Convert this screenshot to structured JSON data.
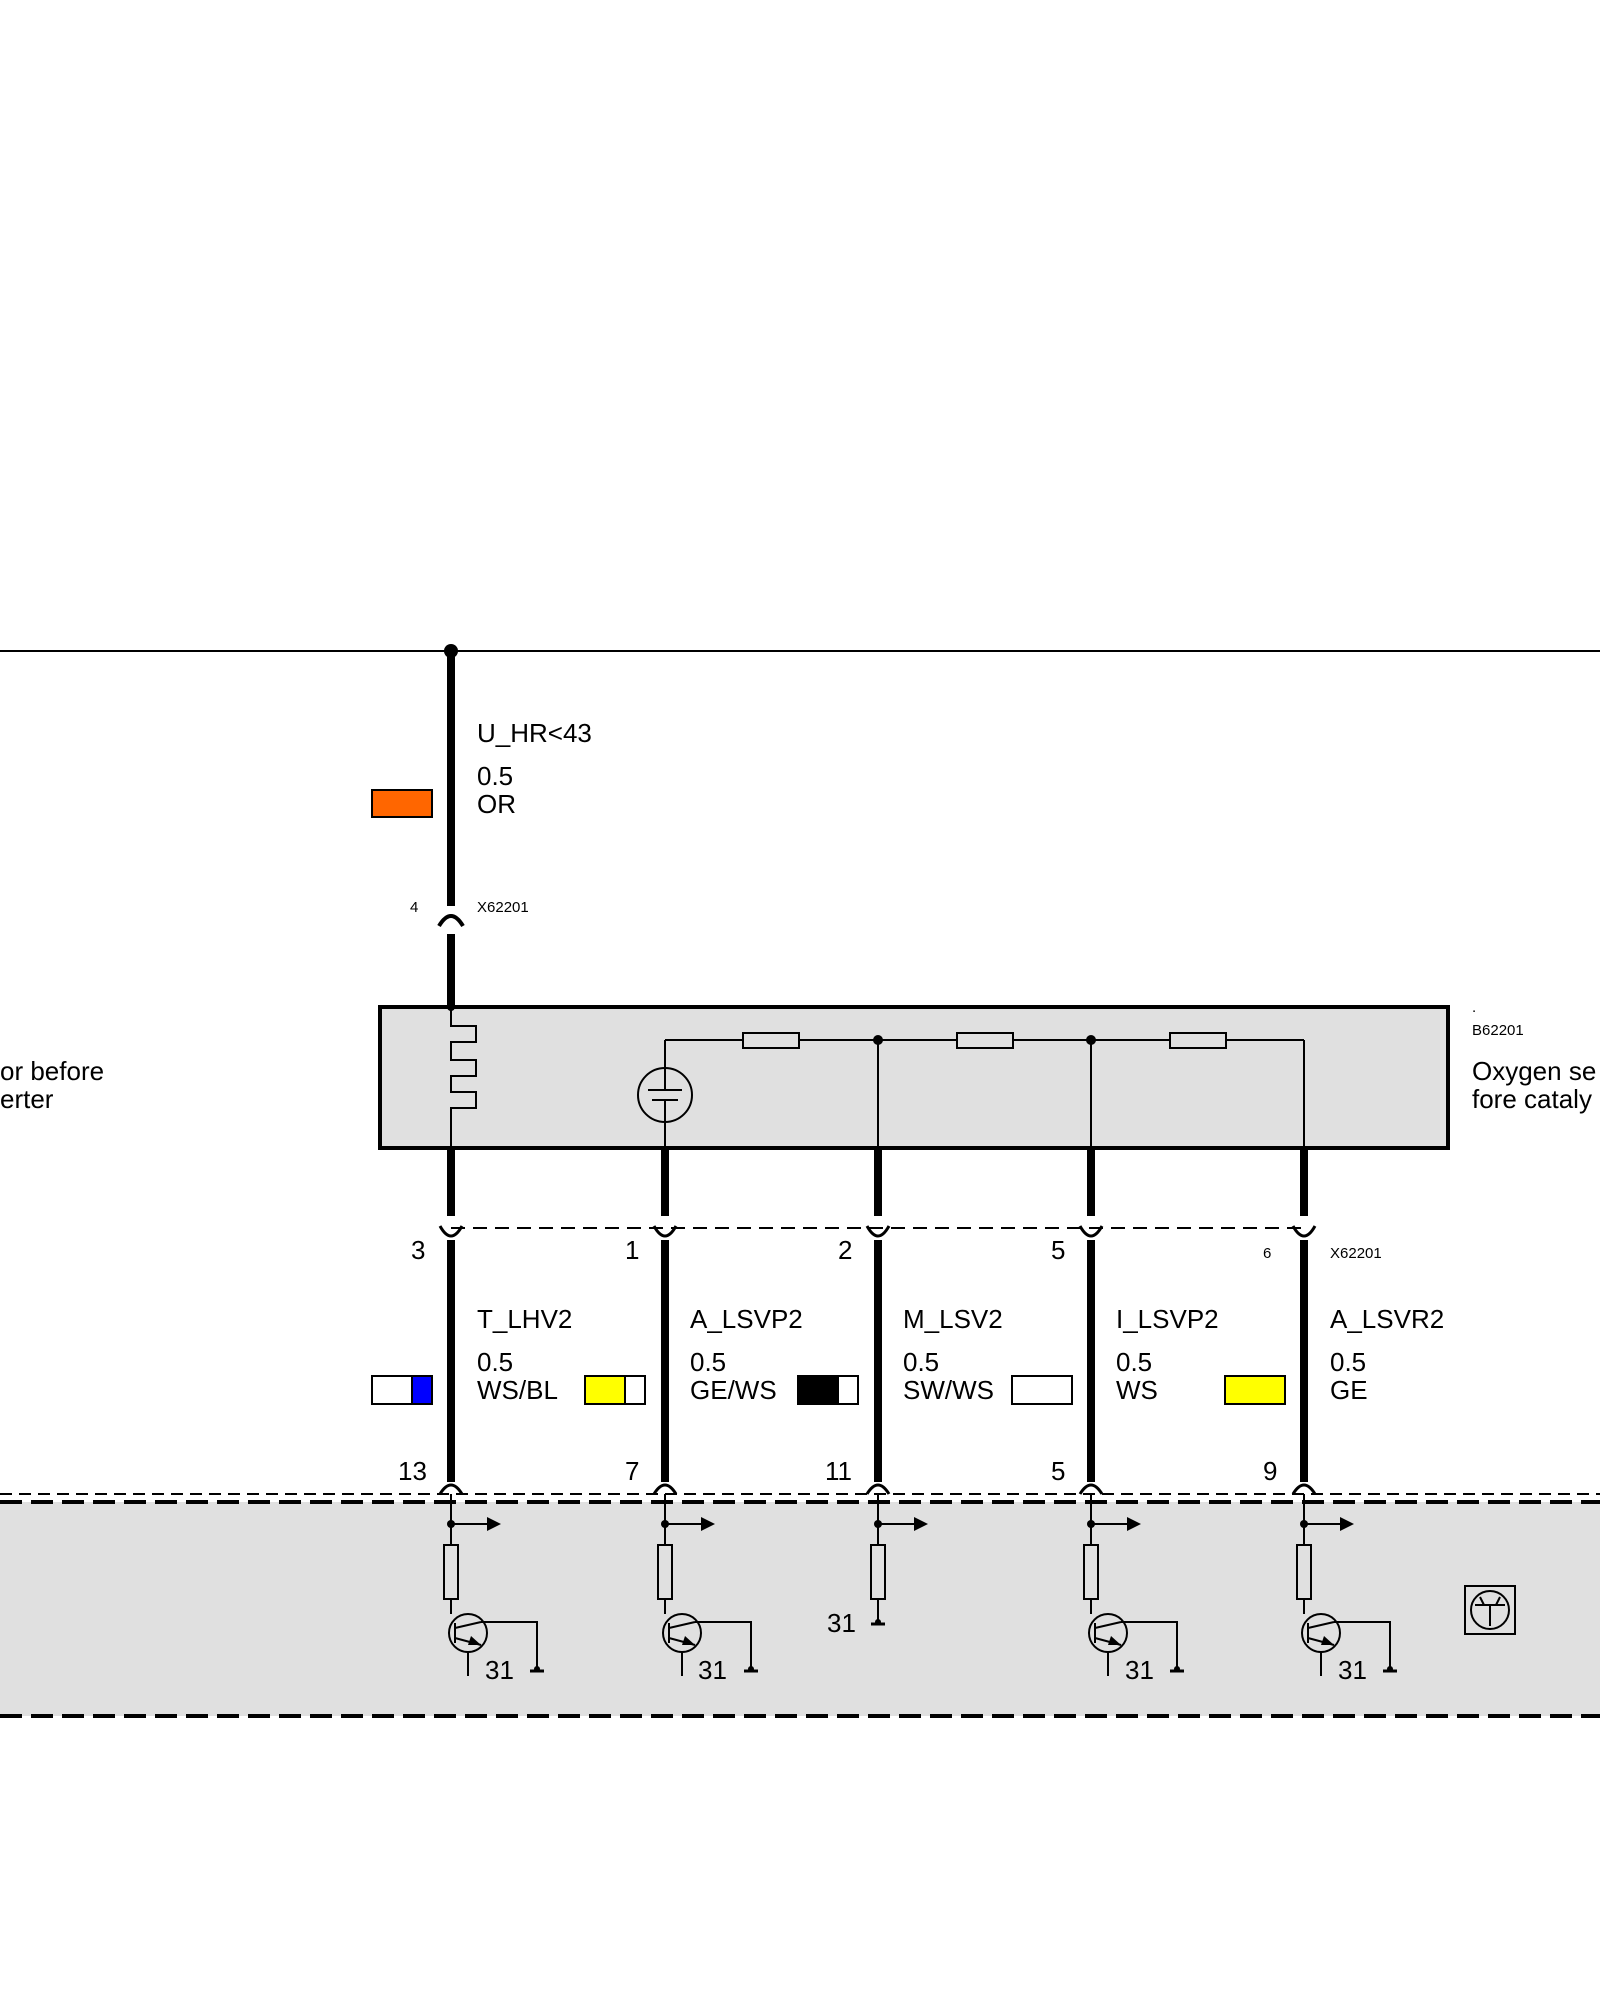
{
  "supply": {
    "signal": "U_HR<43",
    "gauge": "0.5",
    "color_code": "OR",
    "swatch": "#ff6600",
    "connector_pin": "4",
    "connector": "X62201"
  },
  "sensor": {
    "marker": ".",
    "id": "B62201",
    "name_line1": "Oxygen se",
    "name_line2": "fore cataly",
    "left_line1": "or before",
    "left_line2": "erter"
  },
  "connector_bottom": {
    "id": "X62201"
  },
  "wires": [
    {
      "signal": "T_LHV2",
      "gauge": "0.5",
      "color_code": "WS/BL",
      "swatch_main": "#ffffff",
      "swatch_stripe": "#0000ff",
      "sensor_pin": "3",
      "ecu_pin": "13",
      "ecu_ground": "31"
    },
    {
      "signal": "A_LSVP2",
      "gauge": "0.5",
      "color_code": "GE/WS",
      "swatch_main": "#ffff00",
      "swatch_stripe": "#ffffff",
      "sensor_pin": "1",
      "ecu_pin": "7",
      "ecu_ground": "31"
    },
    {
      "signal": "M_LSV2",
      "gauge": "0.5",
      "color_code": "SW/WS",
      "swatch_main": "#000000",
      "swatch_stripe": "#ffffff",
      "sensor_pin": "2",
      "ecu_pin": "11",
      "ecu_ground": "31"
    },
    {
      "signal": "I_LSVP2",
      "gauge": "0.5",
      "color_code": "WS",
      "swatch_main": "#ffffff",
      "swatch_stripe": null,
      "sensor_pin": "5",
      "ecu_pin": "5",
      "ecu_ground": "31"
    },
    {
      "signal": "A_LSVR2",
      "gauge": "0.5",
      "color_code": "GE",
      "swatch_main": "#ffff00",
      "swatch_stripe": null,
      "sensor_pin": "6",
      "ecu_pin": "9",
      "ecu_ground": "31"
    }
  ],
  "colors": {
    "wire": "#000000",
    "component_fill": "#e0e0e0",
    "ecu_fill": "#e0e0e0"
  },
  "icons": [
    "ground-icon",
    "transistor-icon",
    "resistor-icon",
    "sensor-cell-icon",
    "heater-element-icon",
    "ecu-symbol-icon"
  ]
}
